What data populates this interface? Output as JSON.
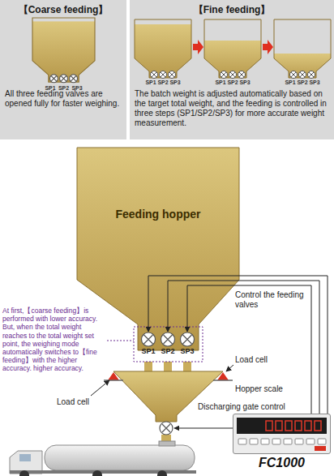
{
  "diagram": {
    "nodes": [
      {
        "text": [
          "【Coarse feeding】",
          "All three feeding valves are opened fully for faster weighing."
        ]
      },
      {
        "text": [
          "【Fine feeding】",
          "The batch weight is adjusted automatically based on the target total weight, and the feeding is controlled in three steps (SP1/SP2/SP3) for more accurate weight measurement."
        ]
      },
      {
        "text": [
          "Feeding hopper"
        ]
      },
      {
        "text": [
          "SP1"
        ]
      },
      {
        "text": [
          "SP2"
        ]
      },
      {
        "text": [
          "SP3"
        ]
      },
      {
        "text": [
          "FC1000"
        ]
      }
    ],
    "edges": [
      {
        "from": 6,
        "to": 3,
        "arrow": "to"
      },
      {
        "from": 6,
        "to": 4,
        "arrow": "to"
      },
      {
        "from": 6,
        "to": 5,
        "arrow": "to"
      }
    ],
    "labels": [
      "SP1",
      "SP2",
      "SP3",
      "SP1",
      "SP2",
      "SP3",
      "SP1",
      "SP2",
      "SP3",
      "SP1",
      "SP2",
      "SP3",
      "At first,【coarse feeding】is performed with lower accuracy. But, when the total weight reaches to the total weight set point, the weighing mode automatically switches to【fine feeding】with the higher accuracy. higher accuracy.",
      "Control the feeding valves",
      "Load cell",
      "Load cell",
      "Hopper scale",
      "Discharging gate control"
    ]
  }
}
